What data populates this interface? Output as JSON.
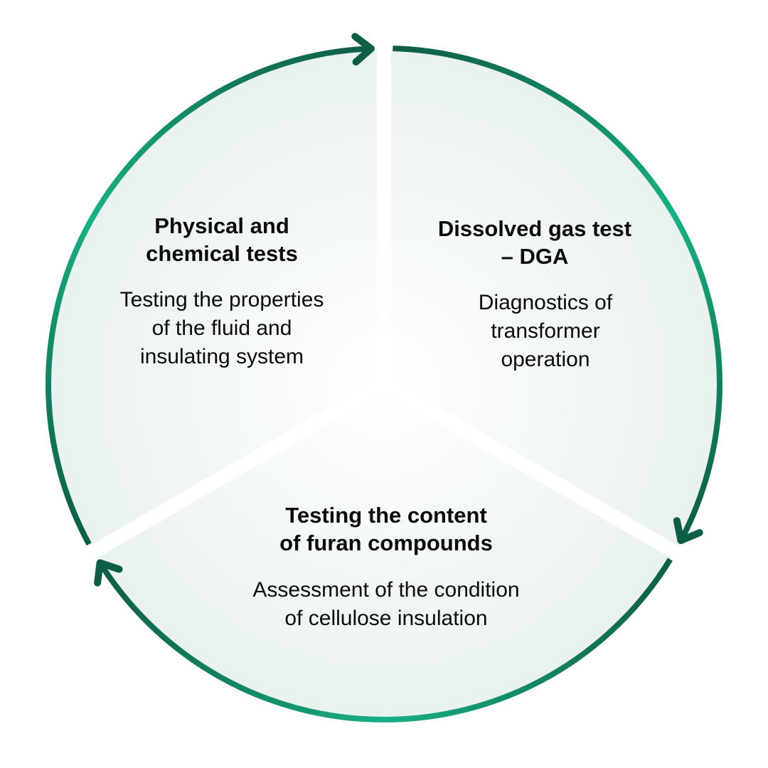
{
  "colors": {
    "dark": "#0e5e47",
    "bright": "#19b085",
    "fill_center": "#ffffff",
    "fill_edge": "#e9f2ef"
  },
  "segments": [
    {
      "title": "Physical and\nchemical tests",
      "body": "Testing the properties\nof the fluid and\ninsulating system"
    },
    {
      "title": "Dissolved gas test\n– DGA",
      "body": "Diagnostics of\ntransformer\noperation"
    },
    {
      "title": "Testing the content\nof furan compounds",
      "body": "Assessment of the condition\nof cellulose insulation"
    }
  ],
  "icons": [
    "arrow-head-icon",
    "arrow-head-icon",
    "arrow-head-icon"
  ]
}
